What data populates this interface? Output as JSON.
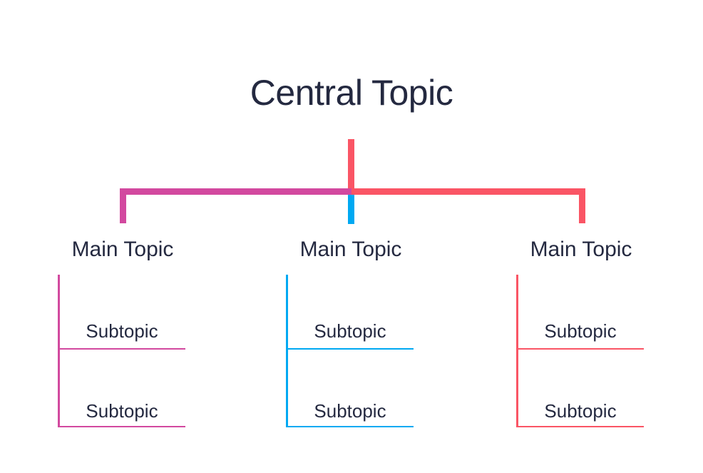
{
  "diagram": {
    "central_topic": "Central Topic",
    "background_color": "#ffffff",
    "text_color": "#242940",
    "root_color": "#fa5565",
    "branches": [
      {
        "label": "Main Topic",
        "color": "#d2499f",
        "subtopics": [
          "Subtopic",
          "Subtopic"
        ]
      },
      {
        "label": "Main Topic",
        "color": "#00a9f2",
        "subtopics": [
          "Subtopic",
          "Subtopic"
        ]
      },
      {
        "label": "Main Topic",
        "color": "#fa5565",
        "subtopics": [
          "Subtopic",
          "Subtopic"
        ]
      }
    ]
  }
}
